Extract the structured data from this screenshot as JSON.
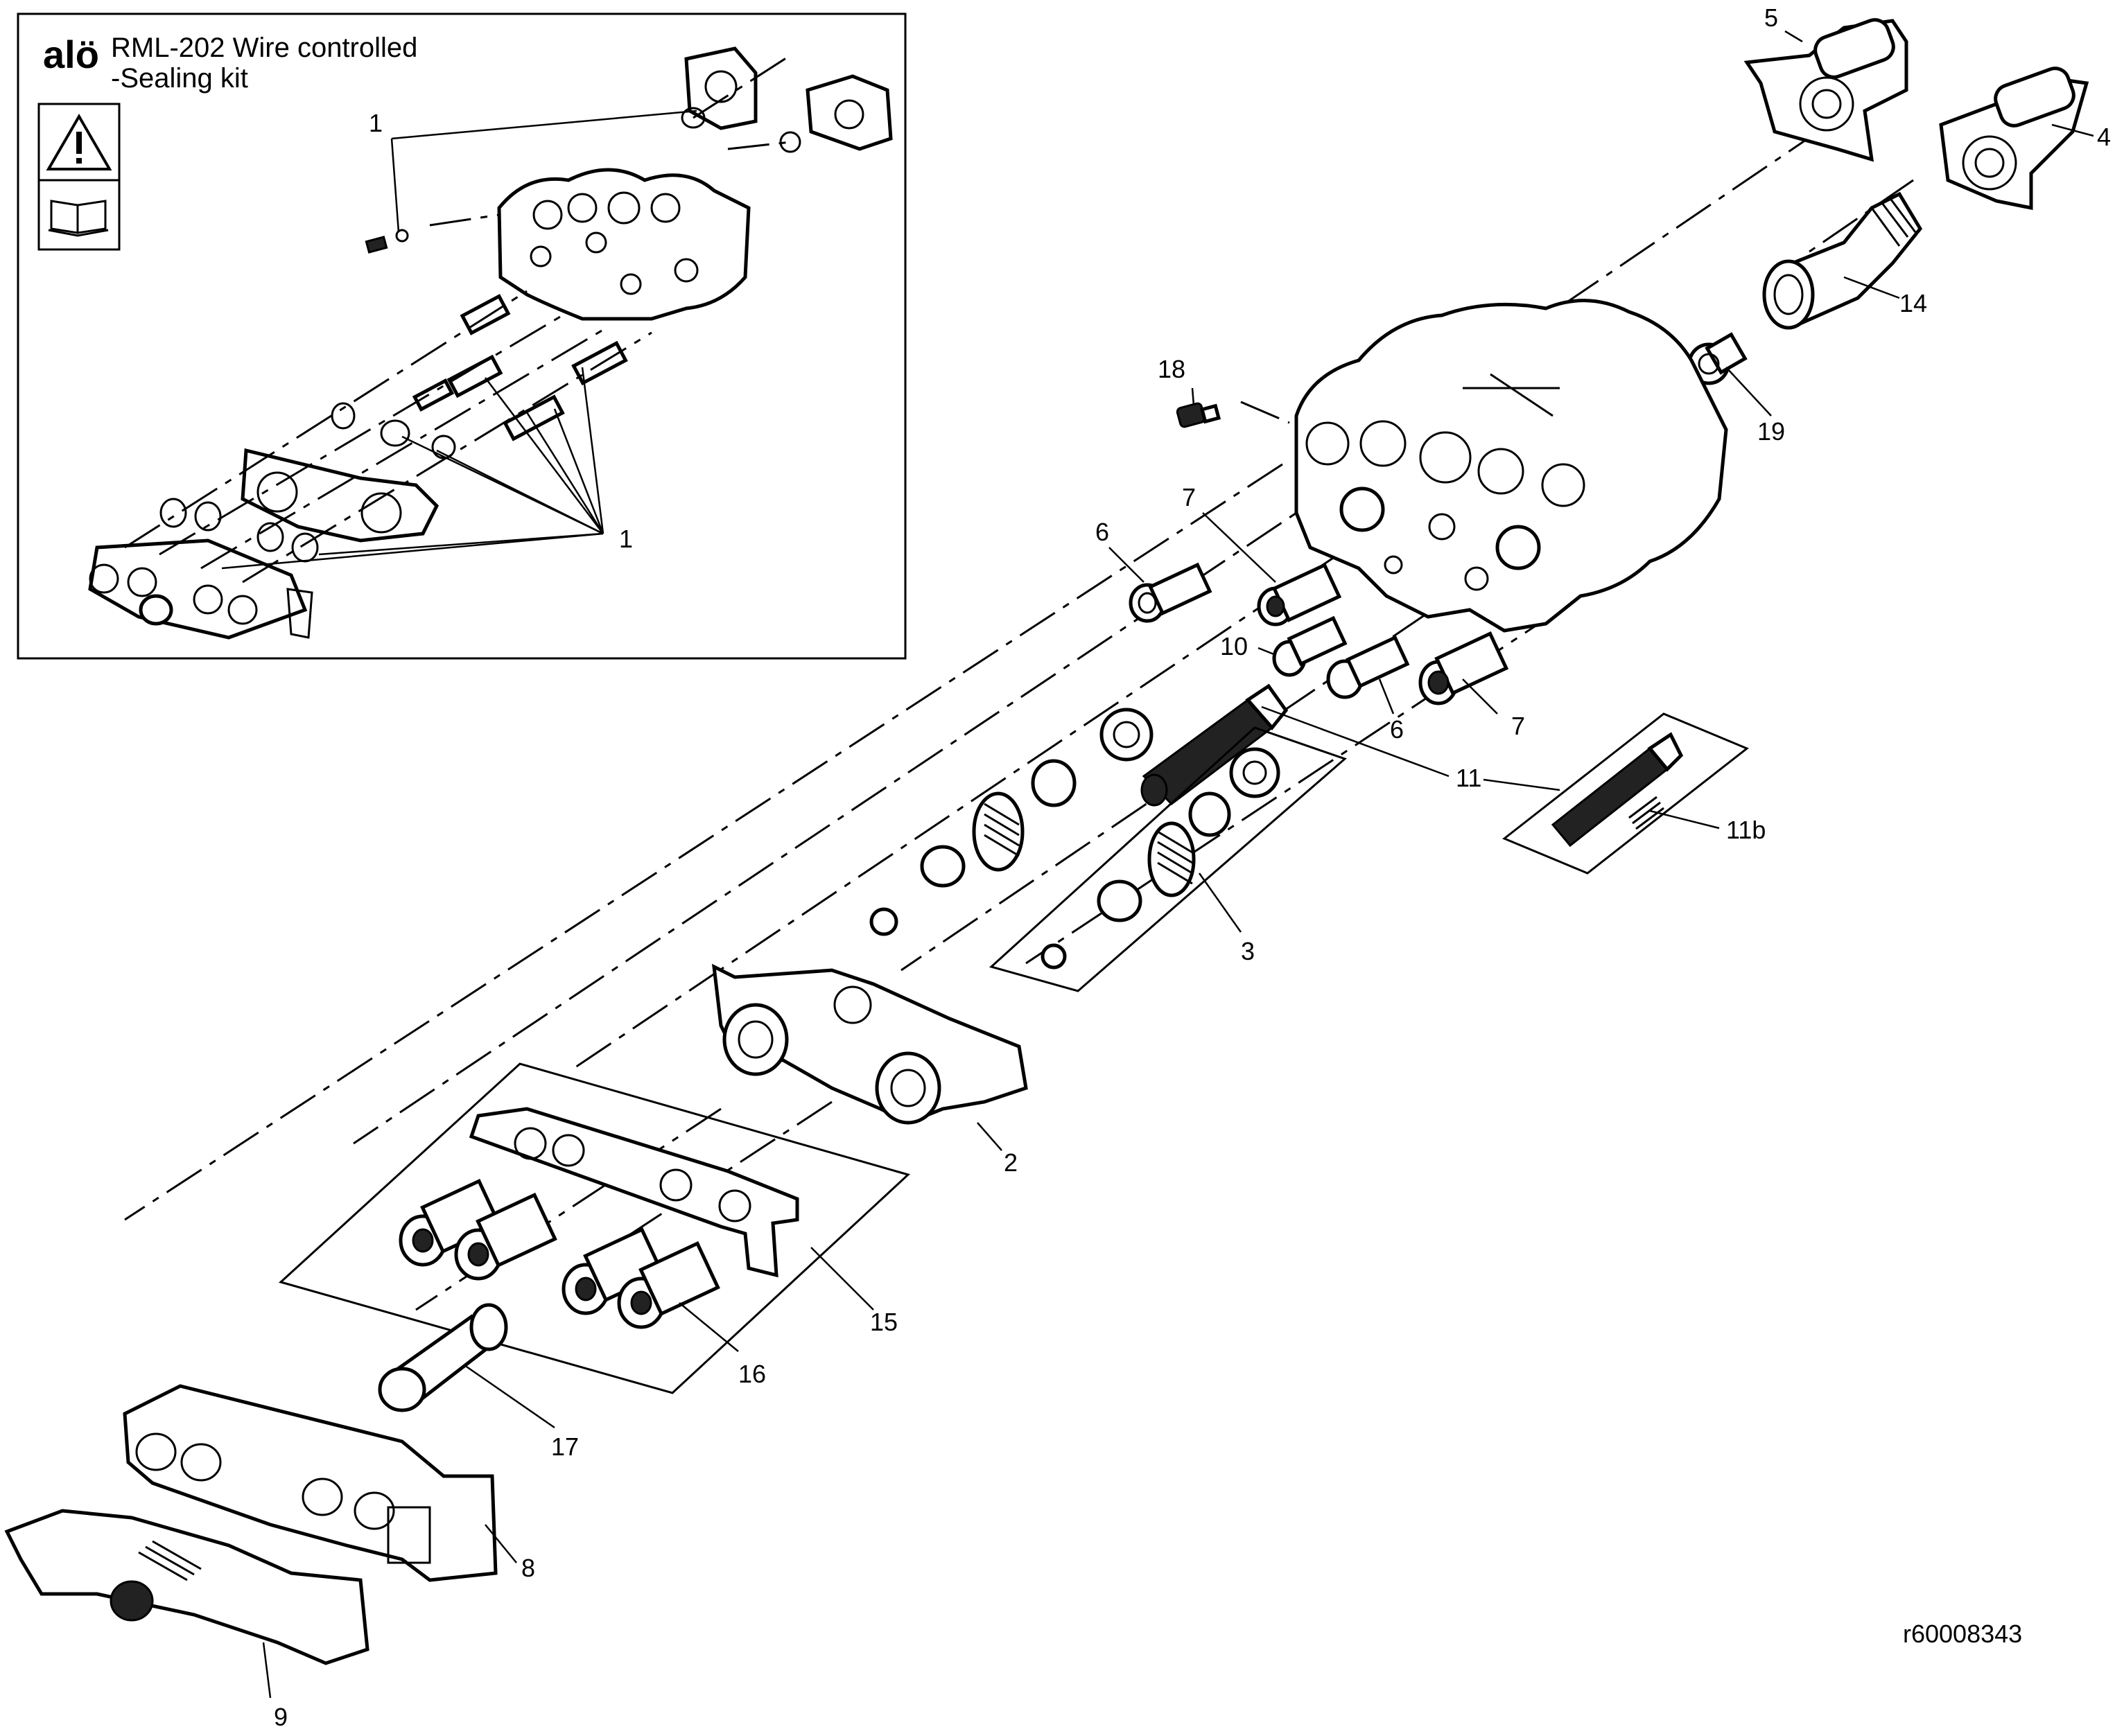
{
  "kit_box": {
    "brand": "alö",
    "title_line1": "RML-202 Wire controlled",
    "title_line2": "-Sealing kit",
    "icons": [
      "warning-icon",
      "manual-icon"
    ],
    "callouts": [
      "1",
      "1"
    ]
  },
  "part_labels": {
    "p2": "2",
    "p3": "3",
    "p4": "4",
    "p5": "5",
    "p6a": "6",
    "p6b": "6",
    "p7a": "7",
    "p7b": "7",
    "p8": "8",
    "p9": "9",
    "p10": "10",
    "p11": "11",
    "p11b": "11b",
    "p14": "14",
    "p15": "15",
    "p16": "16",
    "p17": "17",
    "p18": "18",
    "p19": "19"
  },
  "reference": "r60008343"
}
